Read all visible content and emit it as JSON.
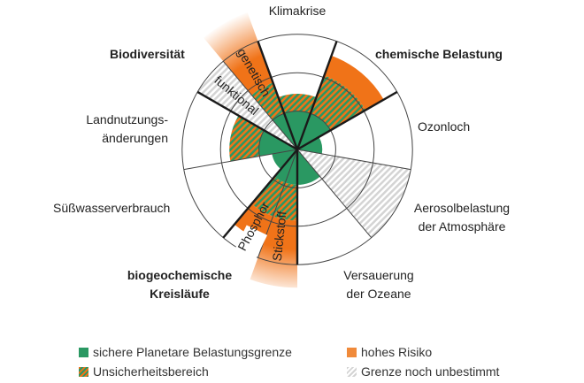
{
  "labels": {
    "klimakrise": "Klimakrise",
    "biodiversitaet": "Biodiversität",
    "chemische": "chemische Belastung",
    "ozonloch": "Ozonloch",
    "landnutzung_1": "Landnutzungs-",
    "landnutzung_2": "änderungen",
    "suesswasser": "Süßwasserverbrauch",
    "aerosol_1": "Aerosolbelastung",
    "aerosol_2": "der Atmosphäre",
    "versauerung_1": "Versauerung",
    "versauerung_2": "der Ozeane",
    "biogeo_1": "biogeochemische",
    "biogeo_2": "Kreisläufe",
    "genetisch": "genetisch",
    "funktional": "funktional",
    "phosphor": "Phosphor",
    "stickstoff": "Stickstoff"
  },
  "legend": {
    "safe": "sichere Planetare Belastungsgrenze",
    "uncertain": "Unsicherheitsbereich",
    "high_risk": "hohes Risiko",
    "undetermined": "Grenze noch unbestimmt"
  },
  "colors": {
    "green": "#2a9862",
    "orange": "#f07318",
    "gray": "#d4d4d4"
  },
  "diagram_data": {
    "unit": "rings (1 = safe boundary ring)",
    "sectors": [
      {
        "id": "klimakrise",
        "green": 1.0,
        "hatch": 1.45
      },
      {
        "id": "chemische-belastung",
        "green": 1.0,
        "hatch": 2.05,
        "orange": 2.6
      },
      {
        "id": "ozonloch",
        "green": 0.65
      },
      {
        "id": "aerosolbelastung",
        "gray": 3.0
      },
      {
        "id": "versauerung",
        "green": 0.92
      },
      {
        "id": "stickstoff",
        "green": 0.92,
        "hatch": 1.85,
        "orange_fade": 3.6
      },
      {
        "id": "phosphor",
        "green": 0.92,
        "hatch": 1.85,
        "orange": 2.55
      },
      {
        "id": "suesswasser",
        "green": 0.67
      },
      {
        "id": "landnutzung",
        "green": 1.0,
        "hatch": 1.77
      },
      {
        "id": "funktional",
        "gray": 3.0
      },
      {
        "id": "genetisch",
        "green": 1.0,
        "hatch": 1.85,
        "orange_fade": 3.8
      }
    ]
  }
}
